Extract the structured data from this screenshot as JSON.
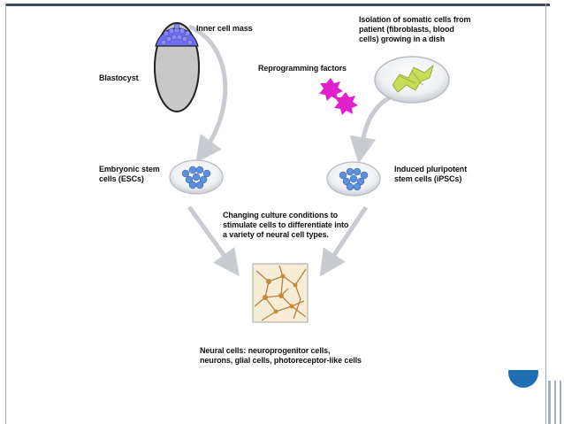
{
  "labels": {
    "inner_cell_mass": "Inner cell mass",
    "blastocyst": "Blastocyst",
    "somatic_cells": "Isolation of somatic cells from\npatient (fibroblasts, blood\ncells) growing in a dish",
    "reprogramming_factors": "Reprogramming factors",
    "esc": "Embryonic stem\ncells (ESCs)",
    "ipsc": "Induced pluripotent\nstem cells (iPSCs)",
    "culture_conditions": "Changing culture conditions to\nstimulate cells to differentiate into\na variety of neural cell types.",
    "neural_cells": "Neural cells: neuroprogenitor cells,\nneurons, glial cells, photoreceptor-like cells"
  },
  "colors": {
    "arrow": "#c8ccd0",
    "inner_cell_mass": "#6f6ff0",
    "blastocyst_body": "#c8c8c8",
    "reprogramming_factor": "#e020c8",
    "stem_cell": "#5d8fdc",
    "somatic_cell": "#c8dc5a",
    "neural_fiber": "#b8823c"
  }
}
